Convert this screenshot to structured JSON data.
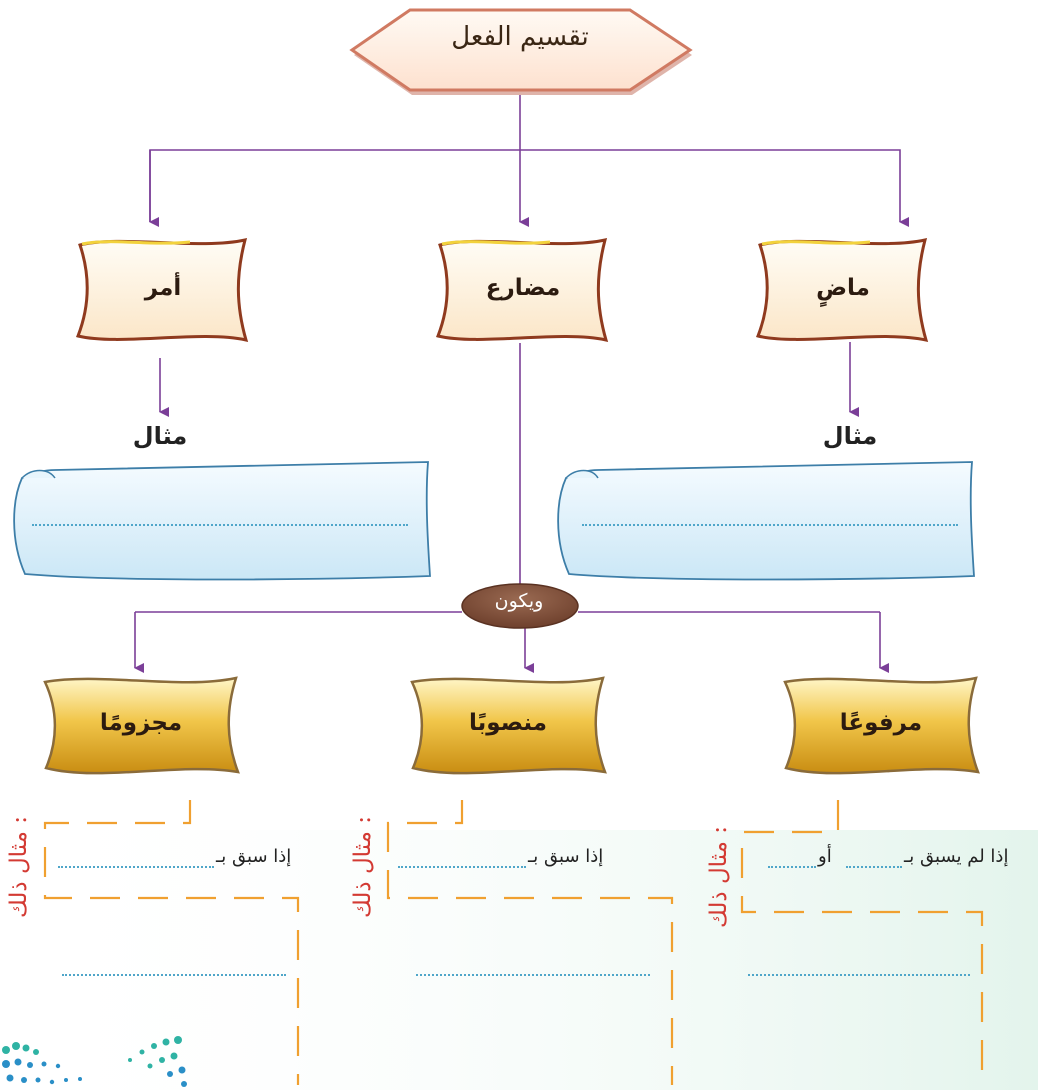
{
  "title": "تقسيم الفعل",
  "level1": {
    "past": "ماضٍ",
    "present": "مضارع",
    "imperative": "أمر"
  },
  "example_label": "مثال",
  "connector": "ويكون",
  "level2": {
    "marfu": "مرفوعًا",
    "mansub": "منصوبًا",
    "majzum": "مجزومًا"
  },
  "example_side_label": "مثال ذلك :",
  "conditions": {
    "marfu_prefix": "إذا لم يسبق بـ",
    "marfu_or": "أو",
    "mansub": "إذا  سبق بـ",
    "majzum": "إذا  سبق بـ"
  },
  "colors": {
    "arrow": "#7b3f98",
    "dashed": "#f0a030",
    "dotted": "#4fa6c9",
    "red_label": "#d33a33",
    "connector_fill": "#7a4a35"
  }
}
